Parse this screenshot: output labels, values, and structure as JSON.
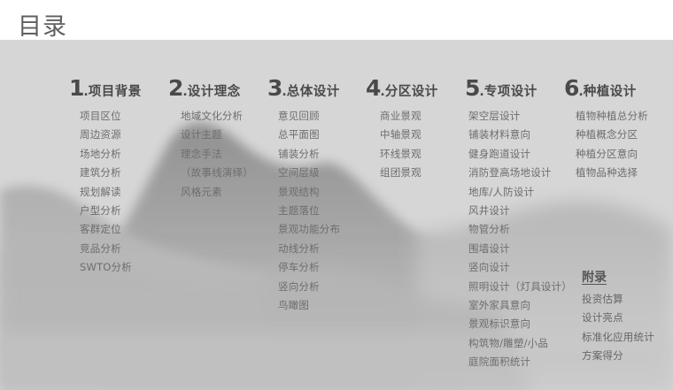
{
  "page": {
    "title": "目录"
  },
  "sections": [
    {
      "num": "1",
      "name": "项目背景",
      "items": [
        "项目区位",
        "周边资源",
        "场地分析",
        "建筑分析",
        "规划解读",
        "户型分析",
        "客群定位",
        "竞品分析",
        "SWTO分析"
      ]
    },
    {
      "num": "2",
      "name": "设计理念",
      "items": [
        "地域文化分析",
        "设计主题",
        "理念手法",
        "（故事线演绎）",
        "风格元素"
      ]
    },
    {
      "num": "3",
      "name": "总体设计",
      "items": [
        "意见回顾",
        "总平面图",
        "铺装分析",
        "空间层级",
        "景观结构",
        "主题落位",
        "景观功能分布",
        "动线分析",
        "停车分析",
        "竖向分析",
        "鸟瞰图"
      ]
    },
    {
      "num": "4",
      "name": "分区设计",
      "items": [
        "商业景观",
        "中轴景观",
        "环线景观",
        "组团景观"
      ]
    },
    {
      "num": "5",
      "name": "专项设计",
      "items": [
        "架空层设计",
        "铺装材料意向",
        "健身跑道设计",
        "消防登高场地设计",
        "地库/人防设计",
        "风井设计",
        "物管分析",
        "围墙设计",
        "竖向设计",
        "照明设计（灯具设计）",
        "室外家具意向",
        "景观标识意向",
        "构筑物/雕塑/小品",
        "庭院面积统计"
      ]
    },
    {
      "num": "6",
      "name": "种植设计",
      "items": [
        "植物种植总分析",
        "种植概念分区",
        "种植分区意向",
        "植物品种选择"
      ]
    }
  ],
  "appendix": {
    "title": "附录",
    "items": [
      "投资估算",
      "设计亮点",
      "标准化应用统计",
      "方案得分"
    ]
  },
  "colors": {
    "panel_bg": "#d6d6d6",
    "heading": "#4a4a4a",
    "item_text": "#6d6d6d",
    "title_text": "#5f5f5f"
  }
}
